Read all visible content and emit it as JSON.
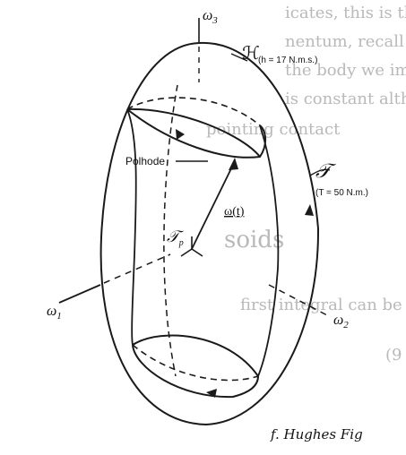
{
  "background_text": {
    "lines": [
      "icates, this is the square of the ma",
      "nentum, recall that h = hω. In",
      "the body we immediately see that the a",
      "is constant although the integral of t",
      "pointing contact"
    ],
    "heading": "soids",
    "line_after_heading": "first integral can be written as",
    "equation_number": "(9"
  },
  "labels": {
    "omega3": "ω",
    "omega3_sub": "3",
    "omega1": "ω",
    "omega1_sub": "1",
    "omega2": "ω",
    "omega2_sub": "2",
    "h_symbol": "ℋ",
    "h_value": "(h = 17 N.m.s.)",
    "t_symbol": "𝒯",
    "t_value": "(T = 50 N.m.)",
    "polhode": "Polhode",
    "omega_t": "ω(t)",
    "tp": "𝒯",
    "tp_sub": "p",
    "credit": "f. Hughes Fig"
  }
}
